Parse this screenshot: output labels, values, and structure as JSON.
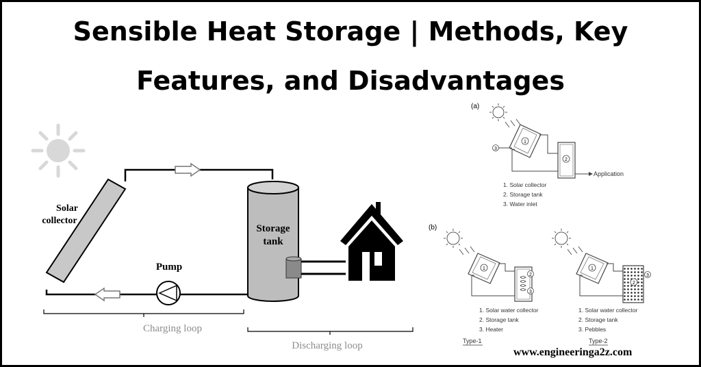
{
  "title": {
    "line1": "Sensible Heat Storage | Methods, Key",
    "line2": "Features, and Disadvantages"
  },
  "main_diagram": {
    "solar_collector_line1": "Solar",
    "solar_collector_line2": "collector",
    "pump": "Pump",
    "storage_tank_line1": "Storage",
    "storage_tank_line2": "tank",
    "charging_loop": "Charging loop",
    "discharging_loop": "Discharging loop"
  },
  "diagram_a": {
    "label": "(a)",
    "num1": "1",
    "num2": "2",
    "num3": "3",
    "application": "Application",
    "legend": [
      "1. Solar collector",
      "2. Storage tank",
      "3. Water inlet"
    ]
  },
  "diagram_b": {
    "label": "(b)",
    "type1": {
      "num1": "1",
      "num2": "2",
      "num3": "3",
      "legend": [
        "1. Solar water collector",
        "2. Storage tank",
        "3. Heater"
      ],
      "caption": "Type-1"
    },
    "type2": {
      "num1": "1",
      "num2": "2",
      "num3": "3",
      "legend": [
        "1. Solar water collector",
        "2. Storage tank",
        "3. Pebbles"
      ],
      "caption": "Type-2"
    }
  },
  "website": "www.engineeringa2z.com"
}
